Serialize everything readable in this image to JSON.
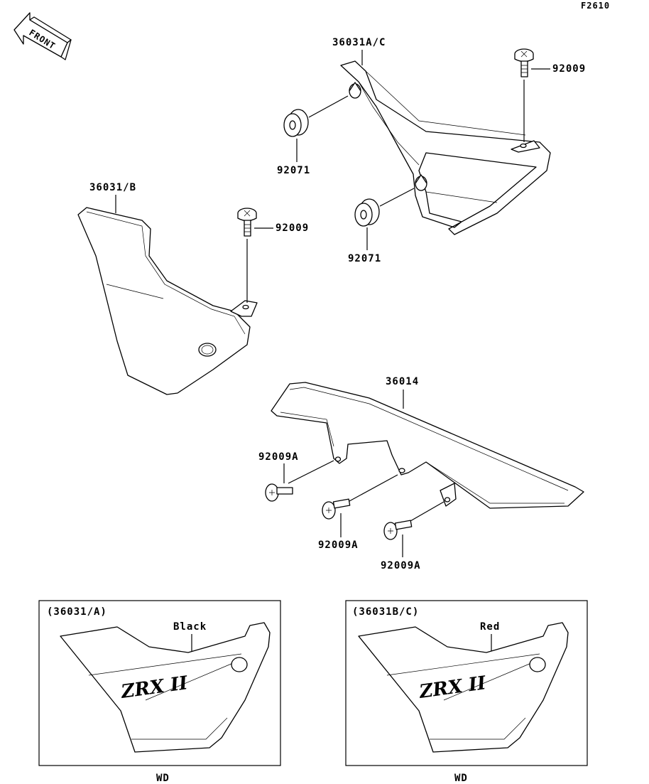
{
  "figure_id": "F2610",
  "front_arrow": "FRONT",
  "labels": {
    "side_cover_ac": "36031A/C",
    "side_cover_b": "36031/B",
    "bolt_top_right": "92009",
    "bolt_left": "92009",
    "grommet_upper": "92071",
    "grommet_lower": "92071",
    "chain_cover": "36014",
    "bolt_a_1": "92009A",
    "bolt_a_2": "92009A",
    "bolt_a_3": "92009A"
  },
  "color_variants": [
    {
      "code": "(36031/A)",
      "color": "Black",
      "market": "WD",
      "logo": "ZRX II"
    },
    {
      "code": "(36031B/C)",
      "color": "Red",
      "market": "WD",
      "logo": "ZRX II"
    }
  ]
}
